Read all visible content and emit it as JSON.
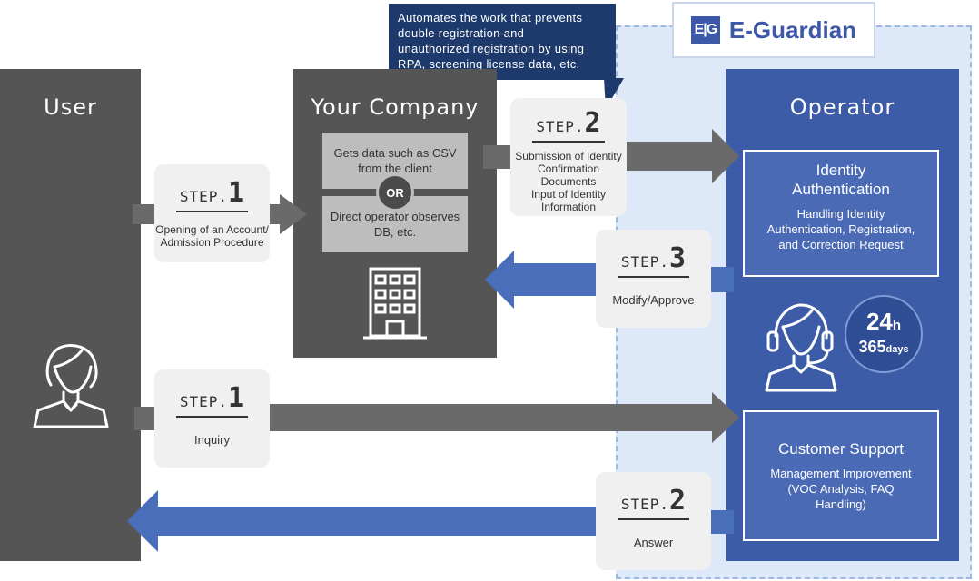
{
  "callout": {
    "lines": [
      "Automates the work that prevents",
      "double registration and",
      "unauthorized registration by using",
      "RPA, screening license data, etc."
    ]
  },
  "logo": {
    "mark": "E|G",
    "name": "E-Guardian"
  },
  "user": {
    "title": "User"
  },
  "company": {
    "title": "Your Company",
    "box1": [
      "Gets data such as CSV",
      "from the client"
    ],
    "or": "OR",
    "box2": [
      "Direct operator observes",
      "DB, etc."
    ]
  },
  "operator": {
    "title": "Operator",
    "identity": {
      "title": [
        "Identity",
        "Authentication"
      ],
      "desc": [
        "Handling Identity",
        "Authentication, Registration,",
        "and Correction Request"
      ]
    },
    "support": {
      "title": "Customer Support",
      "desc": [
        "Management Improvement",
        "(VOC Analysis, FAQ",
        "Handling)"
      ]
    },
    "badge": {
      "hours": "24",
      "hours_unit": "h",
      "days": "365",
      "days_unit": "days"
    }
  },
  "steps": {
    "s1_top": {
      "word": "STEP.",
      "num": "1",
      "desc": [
        "Opening of an Account/",
        "Admission Procedure"
      ]
    },
    "s2_top": {
      "word": "STEP.",
      "num": "2",
      "desc": [
        "Submission of Identity",
        "Confirmation",
        "Documents",
        "Input of Identity",
        "Information"
      ]
    },
    "s3": {
      "word": "STEP.",
      "num": "3",
      "desc": [
        "Modify/Approve"
      ]
    },
    "s1_bottom": {
      "word": "STEP.",
      "num": "1",
      "desc": [
        "Inquiry"
      ]
    },
    "s2_bottom": {
      "word": "STEP.",
      "num": "2",
      "desc": [
        "Answer"
      ]
    }
  },
  "colors": {
    "dark_panel": "#555555",
    "operator_blue": "#3d5ca8",
    "arrow_gray": "#6a6a6a",
    "arrow_blue": "#4a6fba",
    "zone_bg": "#dde8f8",
    "callout_bg": "#1e3a6d"
  }
}
